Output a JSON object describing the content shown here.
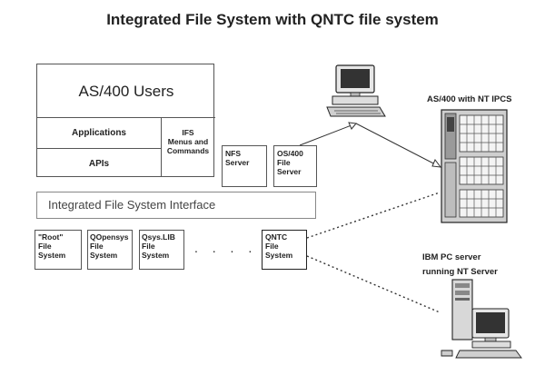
{
  "title": "Integrated File System with QNTC file system",
  "users_box": {
    "title": "AS/400 Users",
    "applications": "Applications",
    "apis": "APIs",
    "ifs_menus": [
      "IFS",
      "Menus and",
      "Commands"
    ]
  },
  "ifs_interface": "Integrated File System Interface",
  "servers": {
    "nfs": [
      "NFS",
      "Server"
    ],
    "os400": [
      "OS/400",
      "File",
      "Server"
    ]
  },
  "file_systems": [
    {
      "lines": [
        "\"Root\"",
        "File",
        "System"
      ]
    },
    {
      "lines": [
        "QOpensys",
        "File",
        "System"
      ]
    },
    {
      "lines": [
        "Qsys.LIB",
        "File",
        "System"
      ]
    }
  ],
  "ellipsis": ". . . .",
  "qntc": [
    "QNTC",
    "File",
    "System"
  ],
  "as400_label": "AS/400 with NT IPCS",
  "pc_server_label": [
    "IBM PC server",
    "running NT Server"
  ]
}
